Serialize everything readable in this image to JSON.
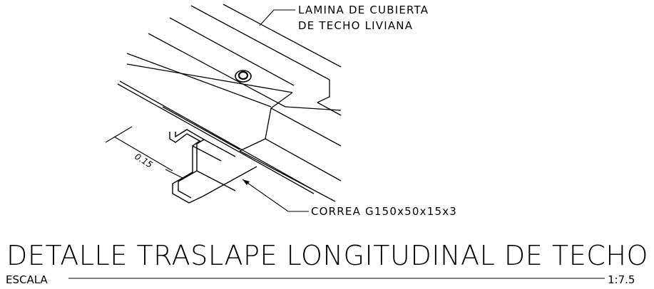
{
  "labels": {
    "roof_sheet_line1": "LAMINA DE CUBIERTA",
    "roof_sheet_line2": "DE TECHO LIVIANA",
    "purlin": "CORREA G150x50x15x3",
    "dimension": "0.15"
  },
  "title_block": {
    "title": "DETALLE TRASLAPE LONGITUDINAL DE TECHO",
    "scale_label": "ESCALA",
    "scale_value": "1:7.5"
  }
}
